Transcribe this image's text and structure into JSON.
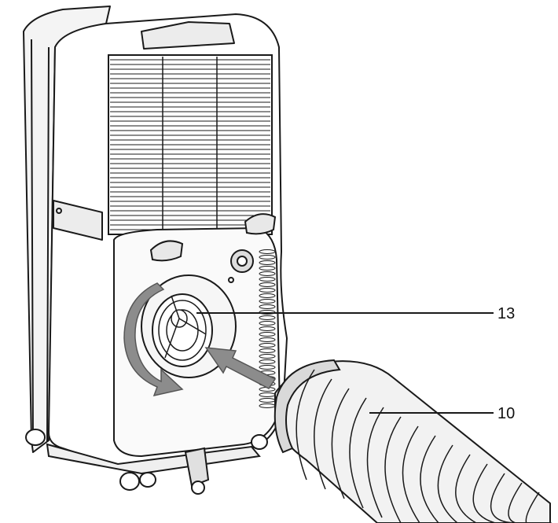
{
  "callouts": [
    {
      "id": "13",
      "label": "13"
    },
    {
      "id": "10",
      "label": "10"
    }
  ],
  "colors": {
    "line": "#1a1a1a",
    "unit_body": "#ffffff",
    "unit_shade": "#e6e6e6",
    "arrow_fill": "#8c8c8c",
    "arrow_edge": "#555555",
    "hose_fill": "#f2f2f2"
  }
}
